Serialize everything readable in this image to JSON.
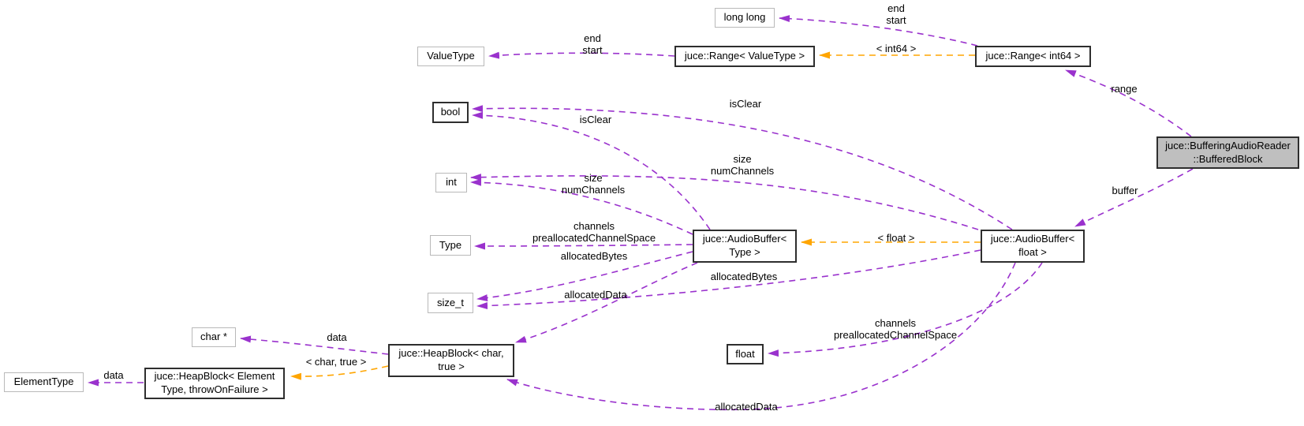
{
  "diagram": {
    "kind": "doxygen-collaboration-graph",
    "colors": {
      "usage_edge": "#9a32cd",
      "template_edge": "#ffa500",
      "main_node_fill": "#bfbfbf"
    },
    "nodes": {
      "long_long": {
        "label": "long long"
      },
      "value_type": {
        "label": "ValueType"
      },
      "range_value_type": {
        "label": "juce::Range< ValueType >"
      },
      "range_int64": {
        "label": "juce::Range< int64 >"
      },
      "buffered_block": {
        "line1": "juce::BufferingAudioReader",
        "line2": "::BufferedBlock"
      },
      "bool": {
        "label": "bool"
      },
      "int": {
        "label": "int"
      },
      "type": {
        "label": "Type"
      },
      "size_t": {
        "label": "size_t"
      },
      "audio_buffer_type": {
        "line1": "juce::AudioBuffer<",
        "line2": "Type >"
      },
      "audio_buffer_float": {
        "line1": "juce::AudioBuffer<",
        "line2": "float >"
      },
      "char_ptr": {
        "label": "char *"
      },
      "heap_block_char": {
        "line1": "juce::HeapBlock< char,",
        "line2": "true >"
      },
      "element_type": {
        "label": "ElementType"
      },
      "heap_block_element": {
        "line1": "juce::HeapBlock< Element",
        "line2": "Type, throwOnFailure >"
      },
      "float": {
        "label": "float"
      }
    },
    "edge_labels": {
      "end_start_top": {
        "line1": "end",
        "line2": "start"
      },
      "end_start_left": {
        "line1": "end",
        "line2": "start"
      },
      "tmpl_int64": {
        "label": "< int64 >"
      },
      "tmpl_float": {
        "label": "< float >"
      },
      "tmpl_char_true": {
        "label": "< char, true >"
      },
      "is_clear_left": {
        "label": "isClear"
      },
      "is_clear_right": {
        "label": "isClear"
      },
      "size_numch_left": {
        "line1": "size",
        "line2": "numChannels"
      },
      "size_numch_right": {
        "line1": "size",
        "line2": "numChannels"
      },
      "channels_left": {
        "line1": "channels",
        "line2": "preallocatedChannelSpace"
      },
      "channels_right": {
        "line1": "channels",
        "line2": "preallocatedChannelSpace"
      },
      "alloc_bytes_left": {
        "label": "allocatedBytes"
      },
      "alloc_bytes_right": {
        "label": "allocatedBytes"
      },
      "alloc_data_left": {
        "label": "allocatedData"
      },
      "alloc_data_bottom": {
        "label": "allocatedData"
      },
      "data_char": {
        "label": "data"
      },
      "data_element": {
        "label": "data"
      },
      "range": {
        "label": "range"
      },
      "buffer": {
        "label": "buffer"
      }
    }
  }
}
